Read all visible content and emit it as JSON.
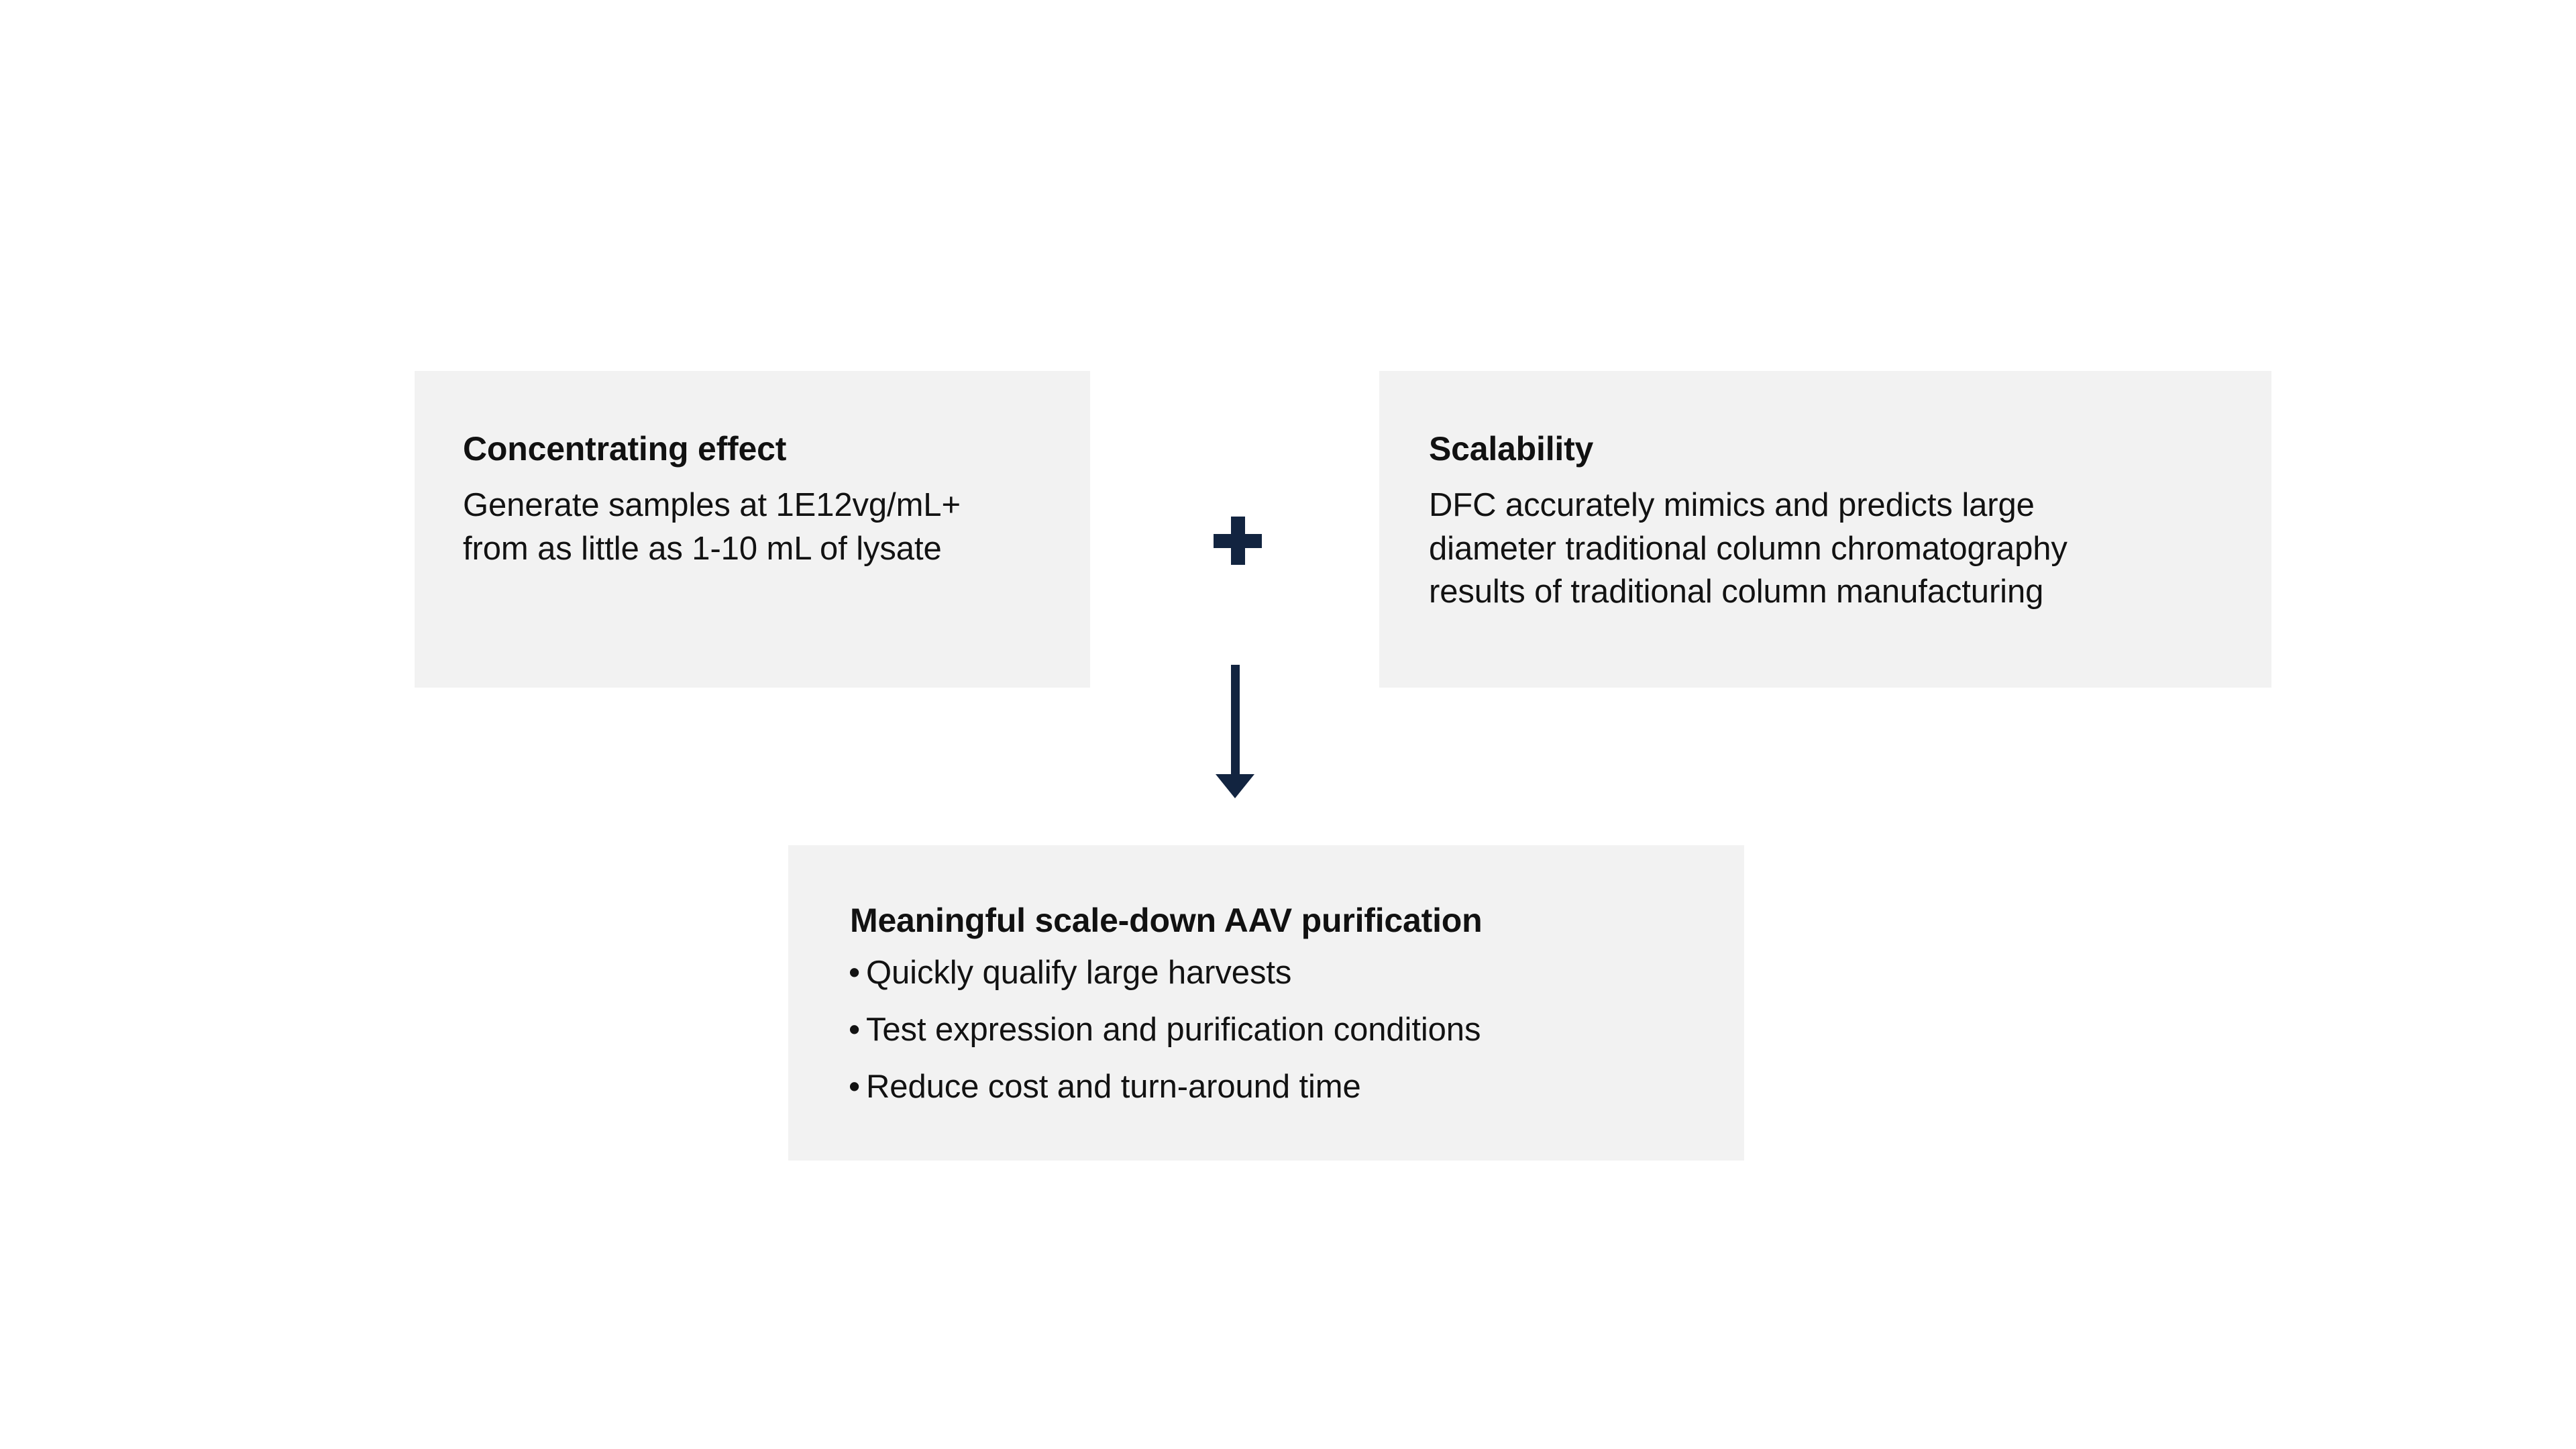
{
  "diagram": {
    "colors": {
      "card_background": "#F2F2F2",
      "accent_navy": "#122440",
      "text": "#121212",
      "page_background": "#FFFFFF"
    },
    "cards": [
      {
        "id": "concentrating-effect",
        "title": "Concentrating effect",
        "body_lines": [
          "Generate samples at 1E12vg/mL+",
          "from as little as 1-10 mL of lysate"
        ]
      },
      {
        "id": "scalability",
        "title": "Scalability",
        "body_lines": [
          "DFC accurately mimics and predicts large",
          "diameter traditional column chromatography",
          "results of traditional column manufacturing"
        ]
      },
      {
        "id": "outcome",
        "title": "Meaningful scale-down AAV purification",
        "bullets": [
          "Quickly qualify large harvests",
          "Test expression and purification conditions",
          "Reduce cost and turn-around time"
        ],
        "bullet_marker": "•"
      }
    ],
    "connectors": {
      "plus": {
        "symbol": "+",
        "name": "plus-connector",
        "color": "#122440"
      },
      "arrow": {
        "direction": "down",
        "name": "down-arrow-connector",
        "color": "#122440"
      }
    }
  }
}
